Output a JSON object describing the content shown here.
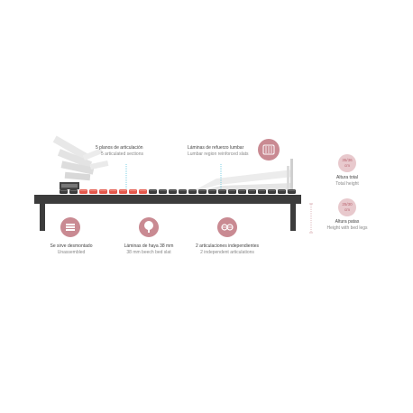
{
  "colors": {
    "frame": "#3c3c3c",
    "slat_red": "#e4574b",
    "slat_grey": "#d8d8d8",
    "accent": "#c98a92",
    "accent_light": "#e8c9cd",
    "guide_blue": "#2ab4d4"
  },
  "labels": {
    "sections": {
      "es": "5 planos de articulación",
      "en": "5 articulated sections"
    },
    "lumbar": {
      "es": "Láminas de refuerzo lumbar",
      "en": "Lumbar region reinforced slats"
    },
    "unassembled": {
      "es": "Se sirve desmontado",
      "en": "Unassembled"
    },
    "beech": {
      "es": "Láminas de haya 38 mm",
      "en": "38 mm beech bed slat"
    },
    "articulations": {
      "es": "2 articulaciones independientes",
      "en": "2 independent articulations"
    },
    "total_height": {
      "value": "35/36",
      "unit": "cm",
      "es": "Altura total",
      "en": "Total height"
    },
    "leg_height": {
      "value": "25/30",
      "unit": "cm",
      "es": "Altura patas",
      "en": "Height with bed legs"
    }
  },
  "icons": {
    "unassembled": "stacked-boards-icon",
    "beech": "tree-icon",
    "articulations": "motor-gears-icon",
    "lumbar": "reinforced-slats-icon"
  }
}
